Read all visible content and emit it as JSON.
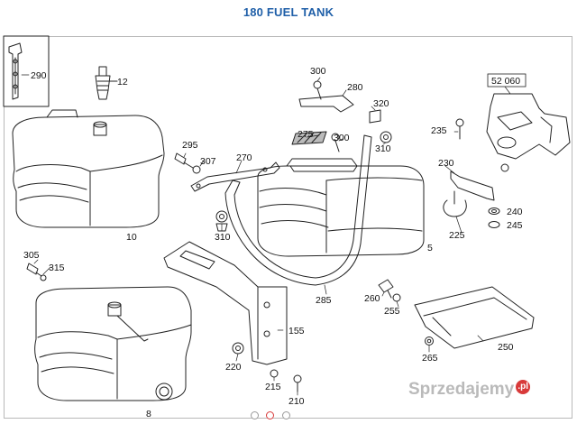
{
  "title": "180 FUEL TANK",
  "callouts": [
    "290",
    "12",
    "300",
    "280",
    "320",
    "52 060",
    "235",
    "275",
    "300",
    "310",
    "295",
    "307",
    "270",
    "230",
    "240",
    "245",
    "225",
    "10",
    "310",
    "5",
    "305",
    "315",
    "260",
    "255",
    "285",
    "155",
    "250",
    "265",
    "220",
    "215",
    "210",
    "8"
  ],
  "watermark": {
    "text": "Sprzedajemy",
    "badge": ".pl"
  },
  "carousel": {
    "active_index": 1,
    "count": 3,
    "accent": "#d83a3a"
  },
  "colors": {
    "title": "#1f5fa8",
    "line": "#222222",
    "frame": "#b9b9b9"
  }
}
